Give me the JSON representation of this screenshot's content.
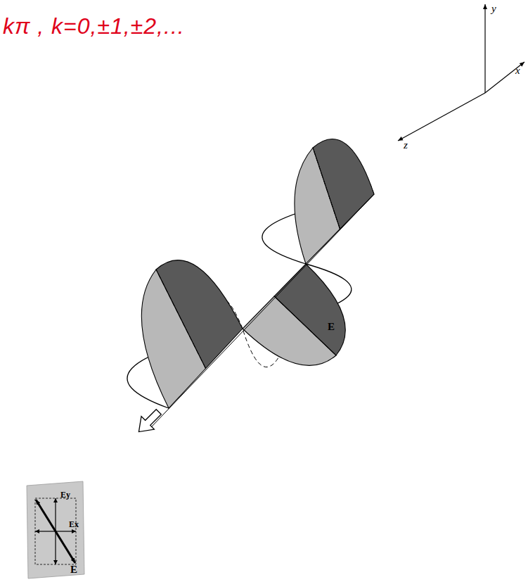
{
  "diagram": {
    "labels": [
      "kπ , k=0,±1,±2,...",
      "y",
      "x",
      "z",
      "E",
      "Ey",
      "Ex",
      "E"
    ]
  }
}
